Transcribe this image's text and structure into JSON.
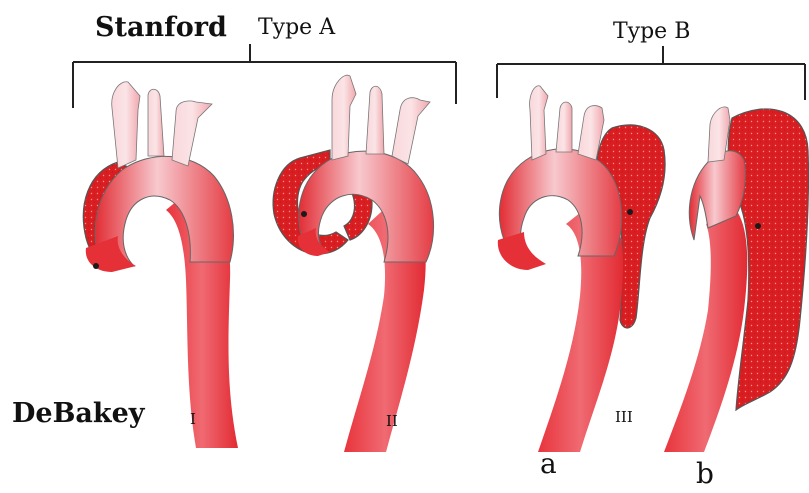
{
  "labels": {
    "stanford": "Stanford",
    "type_a": "Type A",
    "type_b": "Type B",
    "debakey": "DeBakey",
    "debakey_i": "I",
    "debakey_ii": "II",
    "debakey_iii": "III",
    "sub_a": "a",
    "sub_b": "b"
  },
  "colors": {
    "lumen": "#ec3a41",
    "lumen_highlight": "#f7c9ce",
    "false_lumen": "#d91e22",
    "false_lumen_dots": "#ff8c8c",
    "outline": "#555555",
    "bracket": "#222222"
  }
}
